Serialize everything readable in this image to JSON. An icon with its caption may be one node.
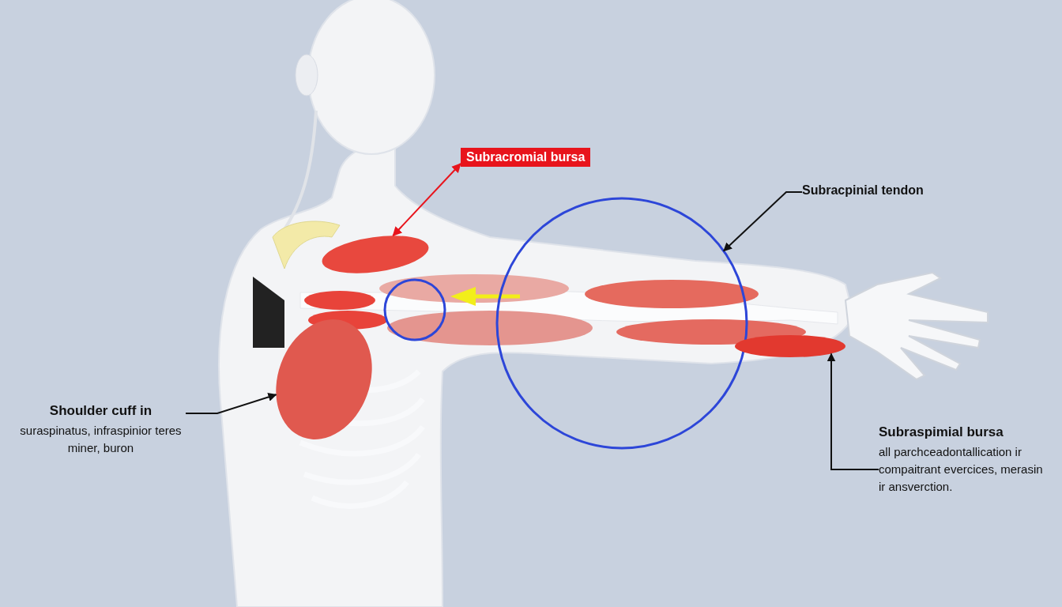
{
  "diagram": {
    "nodes": [
      {
        "text": [
          "Subracromial bursa"
        ]
      },
      {
        "text": [],
        "shape": "circle"
      },
      {
        "text": [
          "Subracpinial tendon"
        ]
      },
      {
        "text": [],
        "shape": "circle"
      },
      {
        "text": [
          "Shoulder cuff in",
          "suraspinatus, infraspinior teres miner, buron"
        ]
      },
      {
        "text": [],
        "shape": "circle"
      },
      {
        "text": [
          "Subraspimial bursa",
          "all parchceadontallication ir compaitrant evercices, merasin ir ansverction."
        ]
      },
      {
        "text": [],
        "shape": "circle"
      }
    ],
    "edges": [
      {
        "from": 0,
        "to": 1,
        "arrow": "both",
        "color": "#e8141c"
      },
      {
        "from": 2,
        "to": 3,
        "arrow": "to"
      },
      {
        "from": 4,
        "to": 5,
        "arrow": "to"
      },
      {
        "from": 6,
        "to": 7,
        "arrow": "to"
      }
    ]
  }
}
